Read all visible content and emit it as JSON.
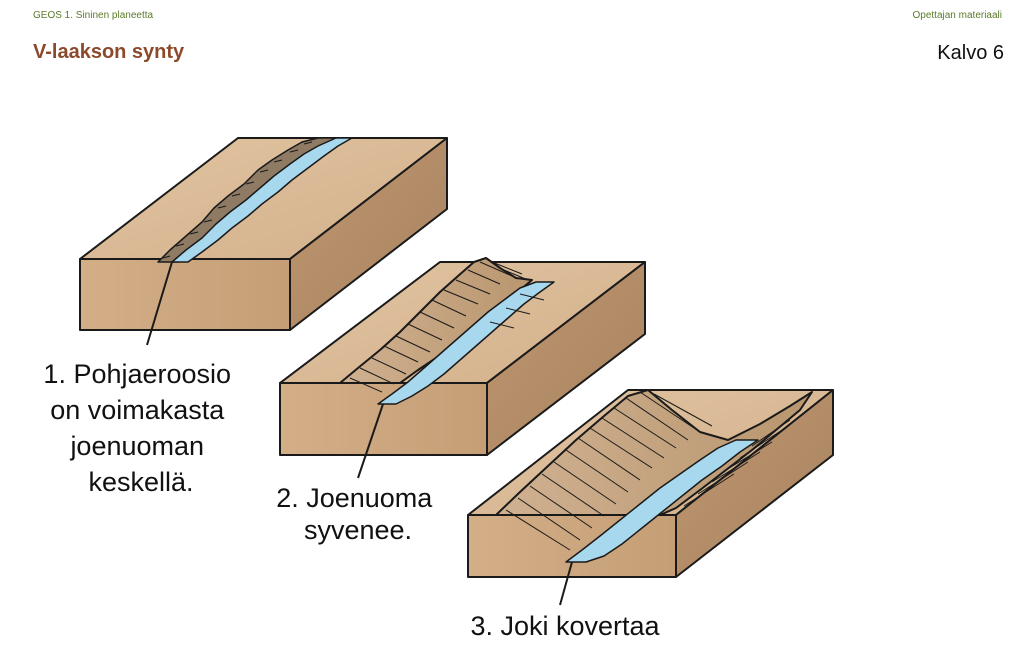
{
  "header": {
    "course": "GEOS 1. Sininen planeetta",
    "material": "Opettajan materiaali",
    "title": "V-laakson synty",
    "slide": "Kalvo 6"
  },
  "stages": [
    {
      "lines": [
        "1. Pohjaeroosio",
        "on voimakasta",
        "joenuoman",
        "keskellä."
      ]
    },
    {
      "lines": [
        "2. Joenuoma",
        "syvenee."
      ]
    },
    {
      "lines": [
        "3. Joki kovertaa"
      ]
    }
  ],
  "colors": {
    "top": "#d9b995",
    "front": "#c9a37d",
    "side": "#b8916b",
    "water": "#a8d8ee",
    "valley": "#c8a988",
    "accent_green": "#5a7a2a",
    "title_brown": "#8b4a2b"
  }
}
